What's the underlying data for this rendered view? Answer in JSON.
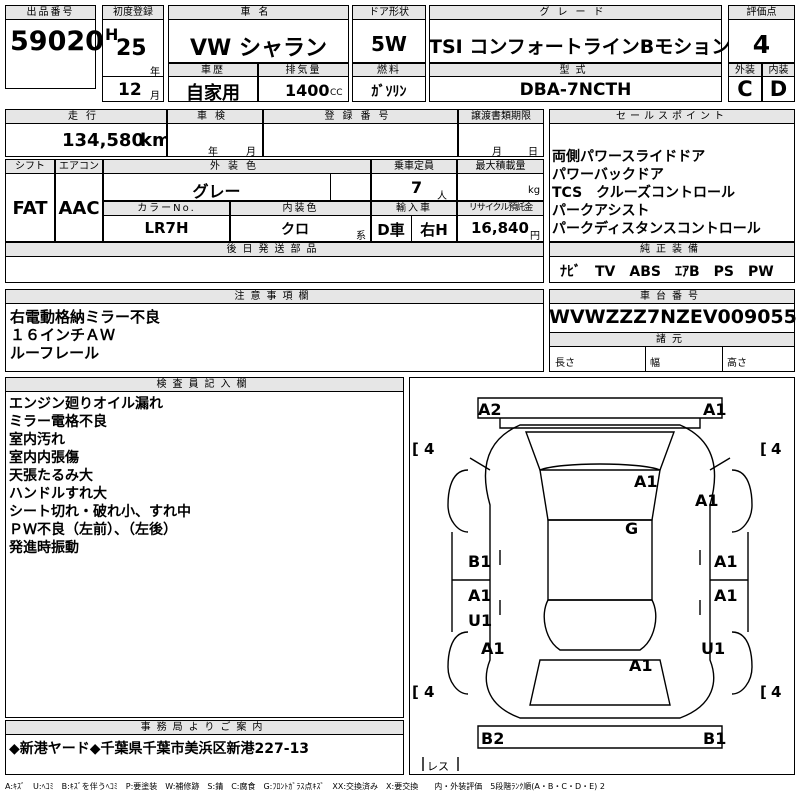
{
  "header": {
    "lot_number_label": "出品番号",
    "lot_number": "59020",
    "first_reg_label": "初度登録",
    "era": "H",
    "year": "25",
    "year_unit": "年",
    "month": "12",
    "month_unit": "月",
    "car_name_label": "車名",
    "car_name": "VW シャラン",
    "door_label": "ドア形状",
    "door": "5W",
    "grade_label": "グレード",
    "grade": "TSI コンフォートラインBモション",
    "score_label": "評価点",
    "score": "4",
    "history_label": "車歴",
    "history": "自家用",
    "displacement_label": "排気量",
    "displacement": "1400",
    "displacement_unit": "CC",
    "fuel_label": "燃料",
    "fuel": "ｶﾞｿﾘﾝ",
    "model_label": "型式",
    "model": "DBA-7NCTH",
    "exterior_label": "外装",
    "exterior_grade": "C",
    "interior_label": "内装",
    "interior_grade": "D"
  },
  "row2": {
    "mileage_label": "走行",
    "mileage": "134,580",
    "mileage_unit": "km",
    "inspection_label": "車検",
    "inspection_year_unit": "年",
    "inspection_month_unit": "月",
    "plate_label": "登録番号",
    "transfer_label": "譲渡書類期限",
    "transfer_month_unit": "月",
    "transfer_day_unit": "日",
    "sales_label": "セールスポイント",
    "sales_points": [
      "両側パワースライドドア",
      "パワーバックドア",
      "TCS　クルーズコントロール",
      "パークアシスト",
      "パークディスタンスコントロール"
    ]
  },
  "row3": {
    "shift_label": "シフト",
    "shift": "FAT",
    "ac_label": "エアコン",
    "ac": "AAC",
    "color_label": "外装色",
    "color": "グレー",
    "capacity_label": "乗車定員",
    "capacity": "7",
    "capacity_unit": "人",
    "load_label": "最大積載量",
    "load_unit": "kg",
    "color_no_label": "カラーNo.",
    "color_no": "LR7H",
    "interior_color_label": "内装色",
    "interior_color": "クロ",
    "interior_color_unit": "系",
    "import_label": "輸入車",
    "import_type": "D車",
    "handle": "右H",
    "recycle_label": "リサイクル預託金",
    "recycle": "16,840",
    "recycle_unit": "円",
    "later_parts_label": "後日発送部品",
    "genuine_label": "純正装備",
    "genuine": "ﾅﾋﾞ　TV　ABS　ｴｱB　PS　PW"
  },
  "notes": {
    "label": "注意事項欄",
    "lines": [
      "右電動格納ミラー不良",
      "１６インチＡＷ",
      "ルーフレール"
    ]
  },
  "chassis": {
    "label": "車台番号",
    "number": "WVWZZZ7NZEV009055",
    "specs_label": "諸元",
    "length_label": "長さ",
    "width_label": "幅",
    "height_label": "高さ"
  },
  "inspector": {
    "label": "検査員記入欄",
    "lines": [
      "エンジン廻りオイル漏れ",
      "ミラー電格不良",
      "室内汚れ",
      "室内内張傷",
      "天張たるみ大",
      "ハンドルすれ大",
      "シート切れ・破れ小、すれ中",
      "ＰＷ不良（左前）、（左後）",
      "発進時振動"
    ]
  },
  "diagram": {
    "marks": {
      "front_left": "A2",
      "front_right": "A1",
      "hood": "A1",
      "fender_right": "A1",
      "roof": "G",
      "door_fl": "B1",
      "door_fr": "A1",
      "door_rl_a": "A1",
      "door_rl_u": "U1",
      "door_rr": "A1",
      "quarter_left": "A1",
      "quarter_right": "U1",
      "trunk": "A1",
      "rear_left": "B2",
      "rear_right": "B1"
    },
    "tire_tl": "4",
    "tire_tr": "4",
    "tire_bl": "4",
    "tire_br": "4",
    "spare": "レス"
  },
  "office": {
    "label": "事務局よりご案内",
    "text": "◆新港ヤード◆千葉県千葉市美浜区新港227-13"
  },
  "legend": "A:ｷｽﾞ　U:ﾍｺﾐ　B:ｷｽﾞを伴うﾍｺﾐ　P:要塗装　W:補修跡　S:錆　C:腐食　G:ﾌﾛﾝﾄｶﾞﾗｽ点ｷｽﾞ　XX:交換済み　X:要交換　　内・外装評価　5段階ﾗﾝｸ順(A・B・C・D・E) 2"
}
